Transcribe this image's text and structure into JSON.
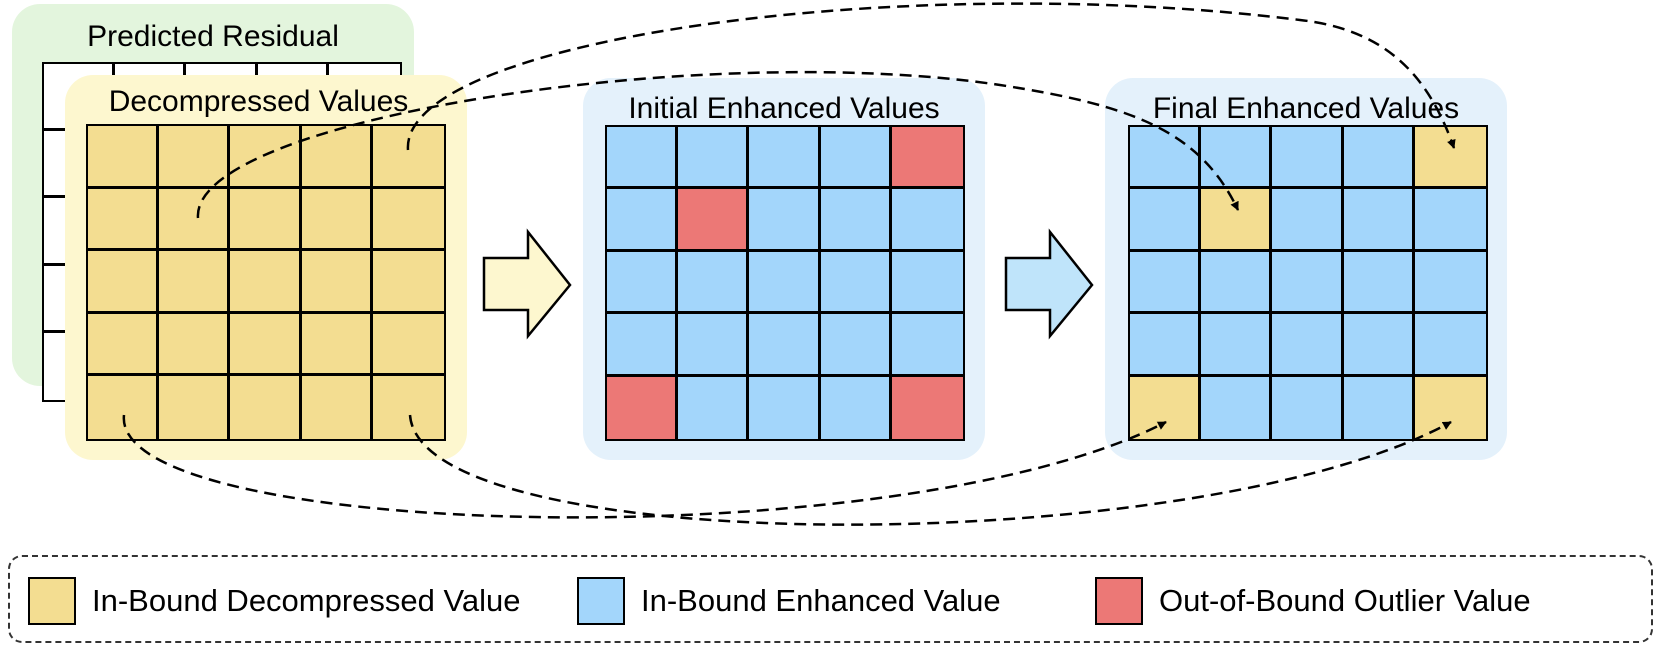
{
  "panels": {
    "residual": {
      "title": "Predicted Residual"
    },
    "decompressed": {
      "title": "Decompressed Values"
    },
    "initial": {
      "title": "Initial Enhanced Values"
    },
    "final": {
      "title": "Final Enhanced Values"
    }
  },
  "grids": {
    "residual": [
      [
        "empty",
        "empty",
        "empty",
        "empty",
        "empty"
      ],
      [
        "empty",
        "empty",
        "empty",
        "empty",
        "empty"
      ],
      [
        "empty",
        "empty",
        "empty",
        "empty",
        "empty"
      ],
      [
        "empty",
        "empty",
        "empty",
        "empty",
        "empty"
      ],
      [
        "empty",
        "empty",
        "empty",
        "empty",
        "empty"
      ]
    ],
    "decompressed": [
      [
        "in-dec",
        "in-dec",
        "in-dec",
        "in-dec",
        "in-dec"
      ],
      [
        "in-dec",
        "in-dec",
        "in-dec",
        "in-dec",
        "in-dec"
      ],
      [
        "in-dec",
        "in-dec",
        "in-dec",
        "in-dec",
        "in-dec"
      ],
      [
        "in-dec",
        "in-dec",
        "in-dec",
        "in-dec",
        "in-dec"
      ],
      [
        "in-dec",
        "in-dec",
        "in-dec",
        "in-dec",
        "in-dec"
      ]
    ],
    "initial": [
      [
        "in-enh",
        "in-enh",
        "in-enh",
        "in-enh",
        "out"
      ],
      [
        "in-enh",
        "out",
        "in-enh",
        "in-enh",
        "in-enh"
      ],
      [
        "in-enh",
        "in-enh",
        "in-enh",
        "in-enh",
        "in-enh"
      ],
      [
        "in-enh",
        "in-enh",
        "in-enh",
        "in-enh",
        "in-enh"
      ],
      [
        "out",
        "in-enh",
        "in-enh",
        "in-enh",
        "out"
      ]
    ],
    "final": [
      [
        "in-enh",
        "in-enh",
        "in-enh",
        "in-enh",
        "in-dec"
      ],
      [
        "in-enh",
        "in-dec",
        "in-enh",
        "in-enh",
        "in-enh"
      ],
      [
        "in-enh",
        "in-enh",
        "in-enh",
        "in-enh",
        "in-enh"
      ],
      [
        "in-enh",
        "in-enh",
        "in-enh",
        "in-enh",
        "in-enh"
      ],
      [
        "in-dec",
        "in-enh",
        "in-enh",
        "in-enh",
        "in-dec"
      ]
    ]
  },
  "legend": [
    {
      "label": "In-Bound Decompressed Value",
      "type": "in-dec"
    },
    {
      "label": "In-Bound Enhanced Value",
      "type": "in-enh"
    },
    {
      "label": "Out-of-Bound Outlier Value",
      "type": "out"
    }
  ],
  "colors": {
    "in_bound_decompressed": "#f3dd91",
    "in_bound_enhanced": "#a3d6fb",
    "out_of_bound_outlier": "#ec7876",
    "residual_panel": "#e3f5dd",
    "decompressed_panel": "#fdf7cf",
    "enhanced_panel": "#e4f1fb",
    "arrow_yellow": "#fdf7cf",
    "arrow_blue": "#bfe4fa"
  }
}
